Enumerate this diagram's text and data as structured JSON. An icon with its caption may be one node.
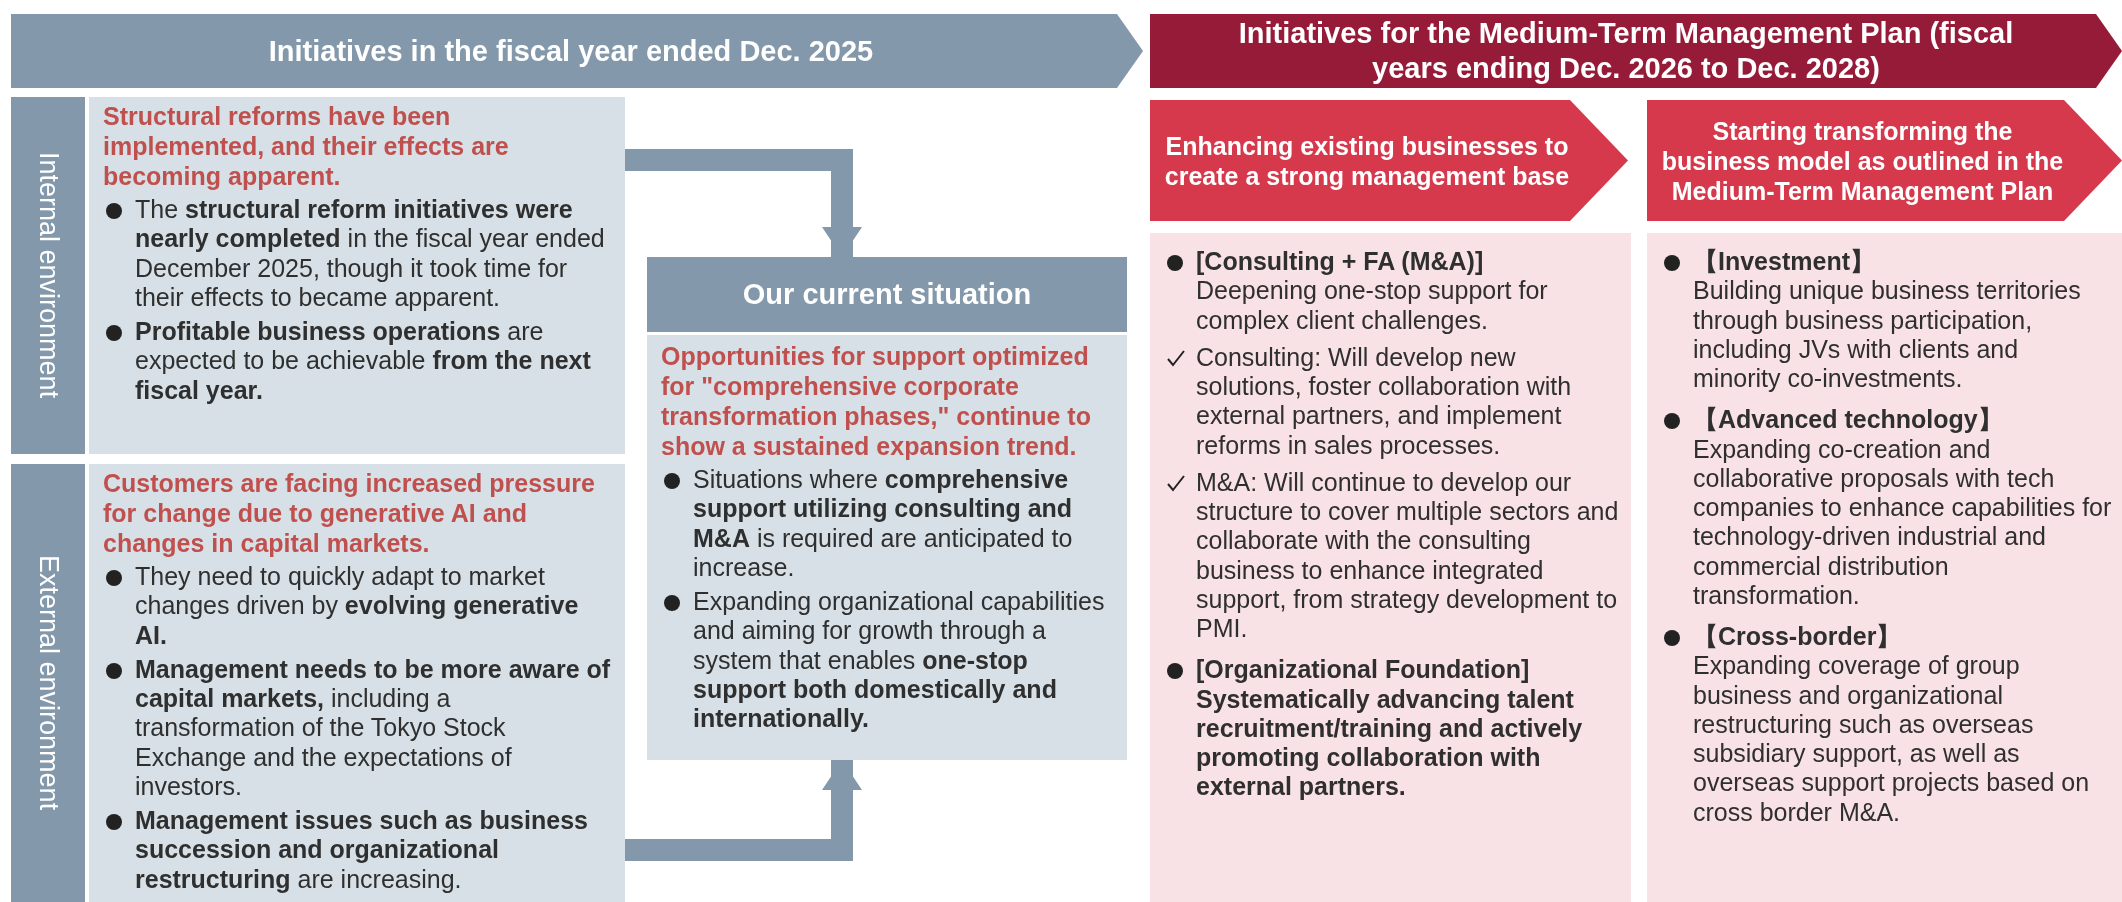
{
  "diagram": {
    "nodes": [
      {
        "text": [
          "Initiatives in the fiscal year ended Dec. 2025"
        ]
      },
      {
        "text": [
          "Initiatives for the Medium-Term Management Plan (fiscal years ending Dec. 2026 to Dec. 2028)"
        ]
      },
      {
        "text": [
          "Internal environment",
          "Structural reforms have been implemented, and their effects are becoming apparent.",
          "The **structural reform initiatives were nearly completed** in the fiscal year ended December 2025, though it took time for their effects to became apparent.",
          "**Profitable business operations** are expected to be achievable **from the next fiscal year.**"
        ]
      },
      {
        "text": [
          "External environment",
          "Customers are facing increased pressure for change due to generative AI and changes in capital markets.",
          "They need to quickly adapt to market changes driven by **evolving generative AI.**",
          "**Management needs to be more aware of capital markets,** including a transformation of the Tokyo Stock Exchange and the expectations of investors.",
          "**Management issues such as business succession and organizational restructuring** are increasing."
        ]
      },
      {
        "text": [
          "Our current situation",
          "Opportunities for support optimized for \"comprehensive corporate transformation phases,\" continue to show a sustained expansion trend.",
          "Situations where **comprehensive support utilizing consulting and M&A** is required are anticipated to increase.",
          "Expanding organizational capabilities and aiming for growth through a system that enables **one-stop support both domestically and internationally.**"
        ]
      },
      {
        "text": [
          "Enhancing existing businesses to create a strong management base"
        ]
      },
      {
        "text": [
          "Starting transforming the business model as outlined in the Medium-Term Management Plan"
        ]
      },
      {
        "text": [
          "[Consulting + FA (M&A)]",
          "Deepening one-stop support for complex client challenges.",
          "Consulting: Will develop new solutions, foster collaboration with external partners, and implement reforms in sales processes.",
          "M&A: Will continue to develop our structure to cover multiple sectors and collaborate with the consulting business to enhance integrated support, from strategy development to PMI.",
          "[Organizational Foundation]",
          "Systematically advancing talent recruitment/training and actively promoting collaboration with external partners."
        ]
      },
      {
        "text": [
          "【Investment】",
          "Building unique business territories through business participation, including JVs with clients and minority co-investments.",
          "【Advanced technology】",
          "Expanding co-creation and collaborative proposals with tech companies to enhance capabilities for technology-driven industrial and commercial distribution transformation.",
          "【Cross-border】",
          "Expanding coverage of group business and organizational restructuring such as overseas subsidiary support, as well as overseas support projects based on cross border M&A."
        ]
      }
    ],
    "edges": [
      {
        "from": 2,
        "to": 4,
        "arrow": "to"
      },
      {
        "from": 3,
        "to": 4,
        "arrow": "to"
      }
    ]
  }
}
